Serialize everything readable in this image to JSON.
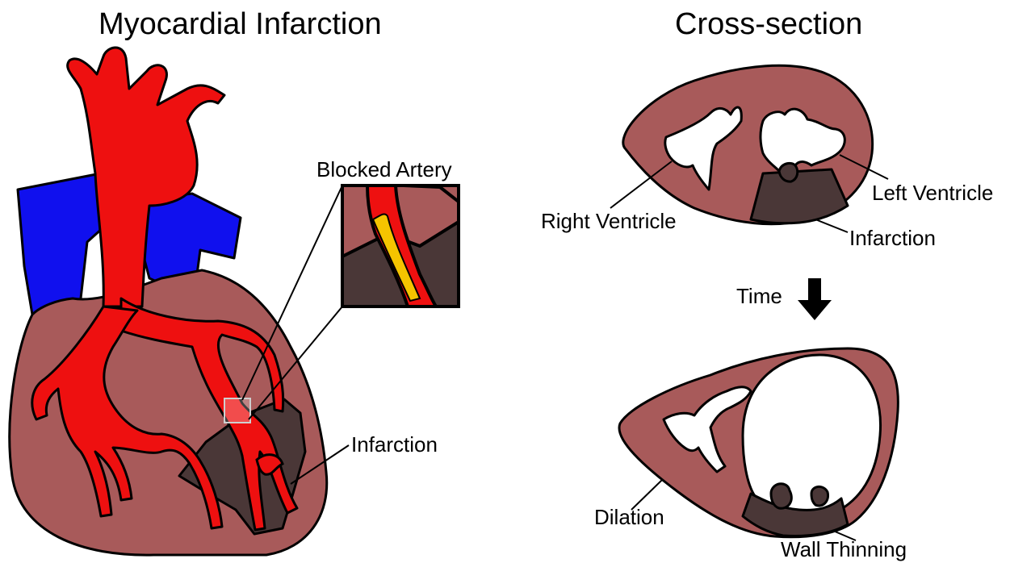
{
  "left_panel": {
    "title": "Myocardial Infarction",
    "inset_label": "Blocked Artery",
    "infarction_label": "Infarction"
  },
  "right_panel": {
    "title": "Cross-section",
    "top": {
      "right_ventricle_label": "Right Ventricle",
      "left_ventricle_label": "Left Ventricle",
      "infarction_label": "Infarction"
    },
    "time_label": "Time",
    "bottom": {
      "dilation_label": "Dilation",
      "wall_thinning_label": "Wall Thinning"
    }
  },
  "colors": {
    "myocardium": "#a85a5a",
    "infarct": "#4a3737",
    "artery": "#ee1010",
    "vein": "#1010ee",
    "plaque": "#f5c400",
    "outline": "#000000"
  }
}
